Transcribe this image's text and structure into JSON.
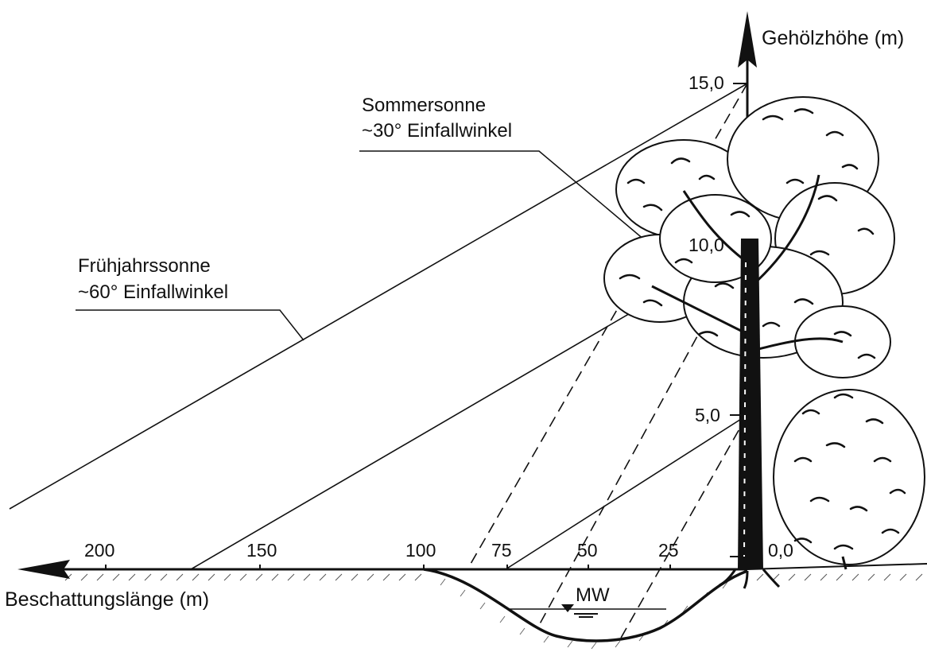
{
  "axes": {
    "y_title": "Gehölzhöhe (m)",
    "x_title": "Beschattungslänge (m)",
    "y_ticks": [
      "15,0",
      "10,0",
      "5,0",
      "0,0"
    ],
    "x_ticks": [
      "200",
      "150",
      "100",
      "75",
      "50",
      "25"
    ]
  },
  "annotations": {
    "summer_title": "Sommersonne",
    "summer_angle": "~30° Einfallwinkel",
    "spring_title": "Frühjahrssonne",
    "spring_angle": "~60° Einfallwinkel",
    "water_level": "MW"
  }
}
